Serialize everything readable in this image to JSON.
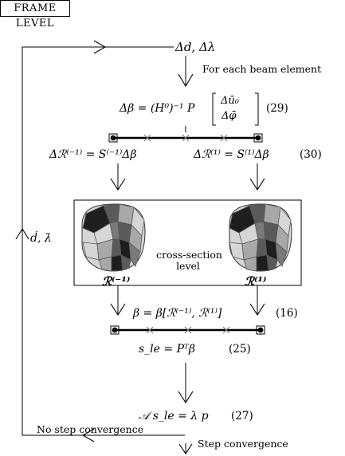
{
  "header": {
    "title": "FRAME LEVEL"
  },
  "flow": {
    "increment_top": "Δd, Δλ",
    "for_each": "For each beam element",
    "eq29": "Δβ = (H⁰)⁻¹ P [ Δū₀ ; Δφ̄ ]",
    "eq29_lhs": "Δβ = (H⁰)⁻¹ P",
    "eq29_matrix_top": "Δū₀",
    "eq29_matrix_bottom": "Δφ̄",
    "eq29_num": "(29)",
    "eq30_left": "Δℛ⁽⁻¹⁾ = S⁽⁻¹⁾Δβ",
    "eq30_right": "Δℛ⁽¹⁾ = S⁽¹⁾Δβ",
    "eq30_num": "(30)",
    "section_line1": "cross-section",
    "section_line2": "level",
    "r_left": "ℛ⁽⁻¹⁾",
    "r_right": "ℛ⁽¹⁾",
    "eq16": "β = β[ℛ⁽⁻¹⁾, ℛ⁽¹⁾]",
    "eq16_num": "(16)",
    "eq25": "s_le = Pᵀβ",
    "eq25_num": "(25)",
    "eq27": "𝒜 s_le = λ p",
    "eq27_num": "(27)",
    "rate_label": "ḋ, λ̇",
    "no_step": "No step convergence",
    "step": "Step convergence"
  },
  "colors": {
    "ink": "#000000",
    "dark": "#1e1e1e",
    "mid": "#5a5a5a",
    "light": "#a8a8a8",
    "pale": "#d6d6d6"
  }
}
